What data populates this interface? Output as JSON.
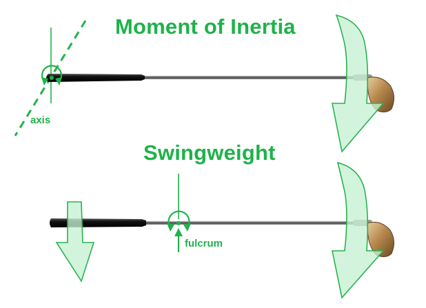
{
  "diagram": {
    "title_moment": "Moment of Inertia",
    "title_swing": "Swingweight",
    "label_axis": "axis",
    "label_fulcrum": "fulcrum"
  },
  "colors": {
    "accent_green": "#1fb24a",
    "arrow_fill": "#c6f1d2",
    "arrow_stroke": "#27b24f",
    "shaft": "#5a5a5a",
    "grip": "#1a1a1a",
    "clubhead": "#b58b54",
    "background": "#ffffff"
  },
  "icons": {
    "rotation_axis": "rotation-arrow-icon",
    "fulcrum": "fulcrum-arrow-icon",
    "swing_arrow": "curved-down-arrow-icon"
  }
}
